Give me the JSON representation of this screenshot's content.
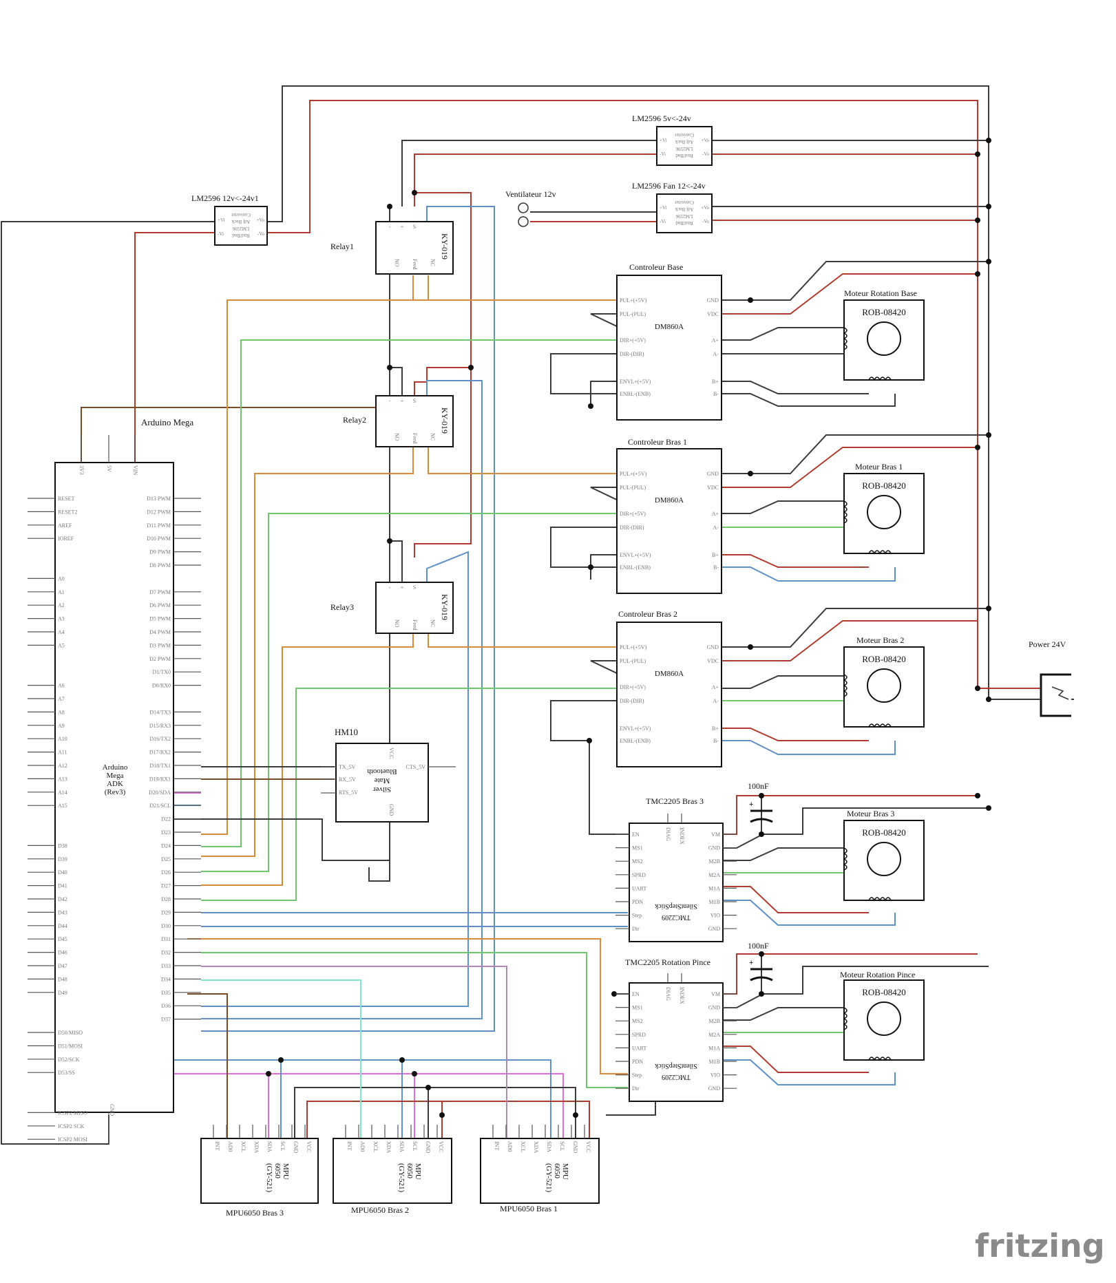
{
  "colors": {
    "wire_red": "#b03a2e",
    "wire_black": "#3a3a3a",
    "wire_brown": "#7b4a25",
    "wire_orange": "#d98a3a",
    "wire_green": "#6ec66e",
    "wire_blue": "#5f8fc7",
    "wire_pink": "#e36cd6",
    "wire_cyan": "#7de8c8"
  },
  "labels": {
    "arduino_title": "Arduino Mega",
    "arduino_model": [
      "Arduino",
      "Mega",
      "ADK",
      "(Rev3)"
    ],
    "arduino_top_pins": [
      "3V3",
      "5V",
      "VIN"
    ],
    "arduino_gnd": "GND",
    "lm_12v": "LM2596 12v<-24v1",
    "lm_5v": "LM2596 5v<-24v",
    "lm_fan": "LM2596 Fan 12<-24v",
    "lm_inner": [
      "Converter",
      "Adj Buck",
      "LM2596",
      "Rnd/Bnd"
    ],
    "lm_pins": [
      "+Vi",
      "-Vi",
      "+Vo",
      "-Vo"
    ],
    "fan": "Ventilateur 12v",
    "relay1": "Relay1",
    "relay2": "Relay2",
    "relay3": "Relay3",
    "relay_model": "KY-019",
    "relay_pins": [
      "NO",
      "Feed",
      "NC"
    ],
    "relay_top": [
      "-",
      "+",
      "S"
    ],
    "ctrl_base": "Controleur Base",
    "ctrl_bras1": "Controleur Bras 1",
    "ctrl_bras2": "Controleur Bras 2",
    "dm_model": "DM860A",
    "dm_left_pins": [
      "PUL+(+5V)",
      "PUL-(PUL)",
      "DIR+(+5V)",
      "DIR-(DIR)",
      "ENVL+(+5V)",
      "ENBL-(ENB)"
    ],
    "dm_right_pins": [
      "GND",
      "VDC",
      "A+",
      "A-",
      "B+",
      "B-"
    ],
    "motor_base": "Moteur Rotation Base",
    "motor_bras1": "Moteur Bras 1",
    "motor_bras2": "Moteur Bras 2",
    "motor_bras3": "Moteur Bras 3",
    "motor_pince": "Moteur Rotation Pince",
    "motor_model": "ROB-08420",
    "hm10": "HM10",
    "hm10_inner": [
      "Bluetooth",
      "Mate",
      "Silver"
    ],
    "hm10_pins": [
      "TX_5V",
      "RX_5V",
      "RTS_5V",
      "CTS_5V",
      "VCC",
      "GND"
    ],
    "tmc_bras3": "TMC2205 Bras 3",
    "tmc_pince": "TMC2205 Rotation Pince",
    "tmc_inner": [
      "SilentStepStick",
      "TMC2209"
    ],
    "tmc_left_pins": [
      "EN",
      "MS1",
      "MS2",
      "SPRD",
      "UART",
      "PDN",
      "Step",
      "Dir"
    ],
    "tmc_right_pins": [
      "VM",
      "GND",
      "M2B",
      "M2A",
      "M1A",
      "M1B",
      "VIO",
      "GND"
    ],
    "tmc_top_pins": [
      "DIAG",
      "INDEX"
    ],
    "cap": "100nF",
    "power": "Power 24V",
    "mpu_bras3": "MPU6050 Bras 3",
    "mpu_bras2": "MPU6050 Bras 2",
    "mpu_bras1": "MPU6050 Bras 1",
    "mpu_inner": [
      "MPU",
      "6050",
      "(GY-521)"
    ],
    "mpu_pins": [
      "INT",
      "AD0",
      "XCL",
      "XDA",
      "SDA",
      "SCL",
      "GND",
      "VCC"
    ],
    "logo": "fritzing"
  },
  "arduino_left_pins": [
    "RESET",
    "RESET2",
    "AREF",
    "IOREF",
    "A0",
    "A1",
    "A2",
    "A3",
    "A4",
    "A5",
    "A6",
    "A7",
    "A8",
    "A9",
    "A10",
    "A11",
    "A12",
    "A13",
    "A14",
    "A15",
    "D38",
    "D39",
    "D40",
    "D41",
    "D42",
    "D43",
    "D44",
    "D45",
    "D46",
    "D47",
    "D48",
    "D49",
    "D50/MISO",
    "D51/MOSI",
    "D52/SCK",
    "D53/SS",
    "ICSP2 MISO",
    "ICSP2 SCK",
    "ICSP2 MOSI"
  ],
  "arduino_right_pins": [
    "D13 PWM",
    "D12 PWM",
    "D11 PWM",
    "D10 PWM",
    "D9 PWM",
    "D8 PWM",
    "D7 PWM",
    "D6 PWM",
    "D5 PWM",
    "D4 PWM",
    "D3 PWM",
    "D2 PWM",
    "D1/TX0",
    "D0/RX0",
    "D14/TX3",
    "D15/RX3",
    "D16/TX2",
    "D17/RX2",
    "D18/TX1",
    "D19/RX1",
    "D20/SDA",
    "D21/SCL",
    "D22",
    "D23",
    "D24",
    "D25",
    "D26",
    "D27",
    "D28",
    "D29",
    "D30",
    "D31",
    "D32",
    "D33",
    "D34",
    "D35",
    "D36",
    "D37"
  ]
}
